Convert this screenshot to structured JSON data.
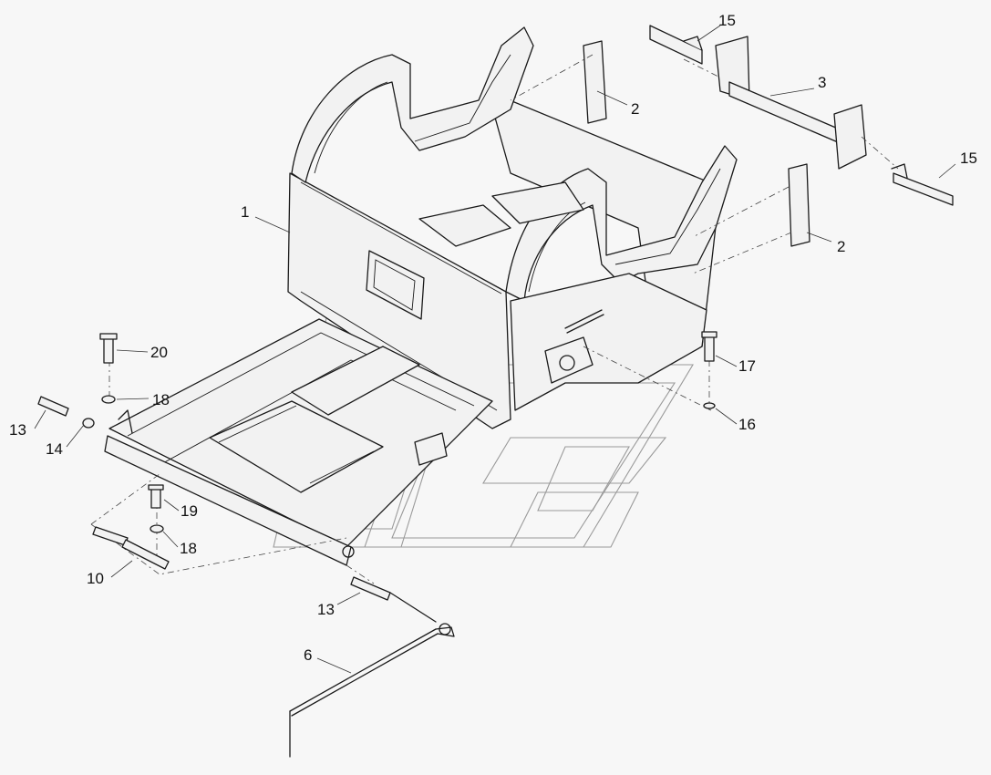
{
  "callouts": [
    {
      "id": "c1",
      "label": "1"
    },
    {
      "id": "c2a",
      "label": "2"
    },
    {
      "id": "c2b",
      "label": "2"
    },
    {
      "id": "c3",
      "label": "3"
    },
    {
      "id": "c6",
      "label": "6"
    },
    {
      "id": "c10",
      "label": "10"
    },
    {
      "id": "c13a",
      "label": "13"
    },
    {
      "id": "c13b",
      "label": "13"
    },
    {
      "id": "c14",
      "label": "14"
    },
    {
      "id": "c15a",
      "label": "15"
    },
    {
      "id": "c15b",
      "label": "15"
    },
    {
      "id": "c16",
      "label": "16"
    },
    {
      "id": "c17",
      "label": "17"
    },
    {
      "id": "c18a",
      "label": "18"
    },
    {
      "id": "c18b",
      "label": "18"
    },
    {
      "id": "c19",
      "label": "19"
    },
    {
      "id": "c20",
      "label": "20"
    }
  ]
}
